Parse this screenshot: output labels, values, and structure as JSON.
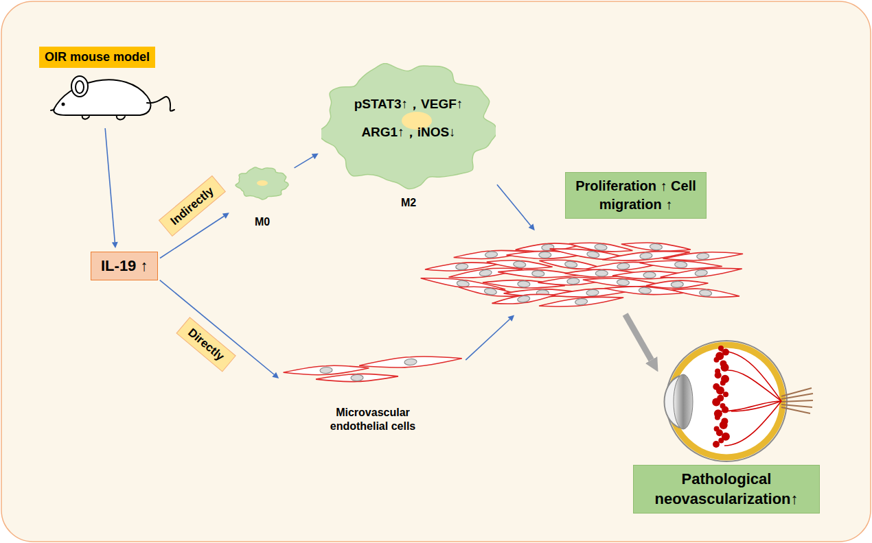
{
  "diagram": {
    "nodes": [
      {
        "text": [
          "OIR mouse model"
        ]
      },
      {
        "text": [
          "IL-19 ↑"
        ]
      },
      {
        "text": [
          "Indirectly"
        ]
      },
      {
        "text": [
          "M0"
        ]
      },
      {
        "text": [
          "pSTAT3↑，VEGF↑",
          "ARG1↑，iNOS↓",
          "M2"
        ]
      },
      {
        "text": [
          "Directly"
        ]
      },
      {
        "text": [
          "Microvascular endothelial cells"
        ]
      },
      {
        "text": [
          "Proliferation ↑ Cell migration ↑"
        ]
      },
      {
        "text": [
          "Pathological neovascularization↑"
        ]
      }
    ],
    "edges": [
      {
        "from": 0,
        "to": 1,
        "arrow": "to"
      },
      {
        "from": 1,
        "to": 3,
        "arrow": "to"
      },
      {
        "from": 3,
        "to": 4,
        "arrow": "to"
      },
      {
        "from": 1,
        "to": 6,
        "arrow": "to"
      },
      {
        "from": 4,
        "to": 7,
        "arrow": "to"
      },
      {
        "from": 6,
        "to": 7,
        "arrow": "to"
      },
      {
        "from": 7,
        "to": 8,
        "arrow": "to"
      }
    ]
  }
}
